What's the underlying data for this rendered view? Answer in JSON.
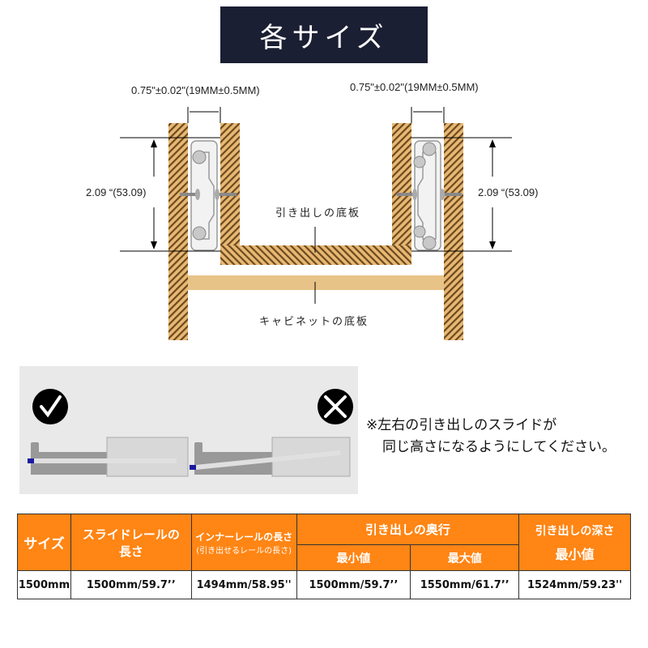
{
  "title": "各サイズ",
  "diagram": {
    "left_width_dim": "0.75\"±0.02\"(19MM±0.5MM)",
    "right_width_dim": "0.75\"±0.02\"(19MM±0.5MM)",
    "left_height_dim": "2.09 “(53.09)",
    "right_height_dim": "2.09 “(53.09)",
    "drawer_bottom_label": "引き出しの底板",
    "cabinet_bottom_label": "キャビネットの底板",
    "colors": {
      "wood": "#e8b873",
      "hatch": "#6b4a1f",
      "line": "#000000"
    }
  },
  "install_example": {
    "correct_icon": "check-icon",
    "wrong_icon": "x-icon",
    "panel_color": "#e9e9e9"
  },
  "note": {
    "line1": "※左右の引き出しのスライドが",
    "line2": "同じ高さになるようにしてください。"
  },
  "spec_table": {
    "header_color": "#ff8514",
    "headers": {
      "size": "サイズ",
      "rail_length_line1": "スライドレールの",
      "rail_length_line2": "長さ",
      "inner_rail_line1": "インナーレールの長さ",
      "inner_rail_line2": "(引き出せるレールの長さ)",
      "drawer_depth": "引き出しの奥行",
      "drawer_depth_min": "最小値",
      "drawer_depth_max": "最大値",
      "drawer_height_line1": "引き出しの深さ",
      "drawer_height_line2": "最小値"
    },
    "rows": [
      {
        "size": "1500mm",
        "rail_length": "1500mm/59.7’’",
        "inner_rail": "1494mm/58.95''",
        "depth_min": "1500mm/59.7’’",
        "depth_max": "1550mm/61.7’’",
        "height_min": "1524mm/59.23''"
      }
    ]
  }
}
